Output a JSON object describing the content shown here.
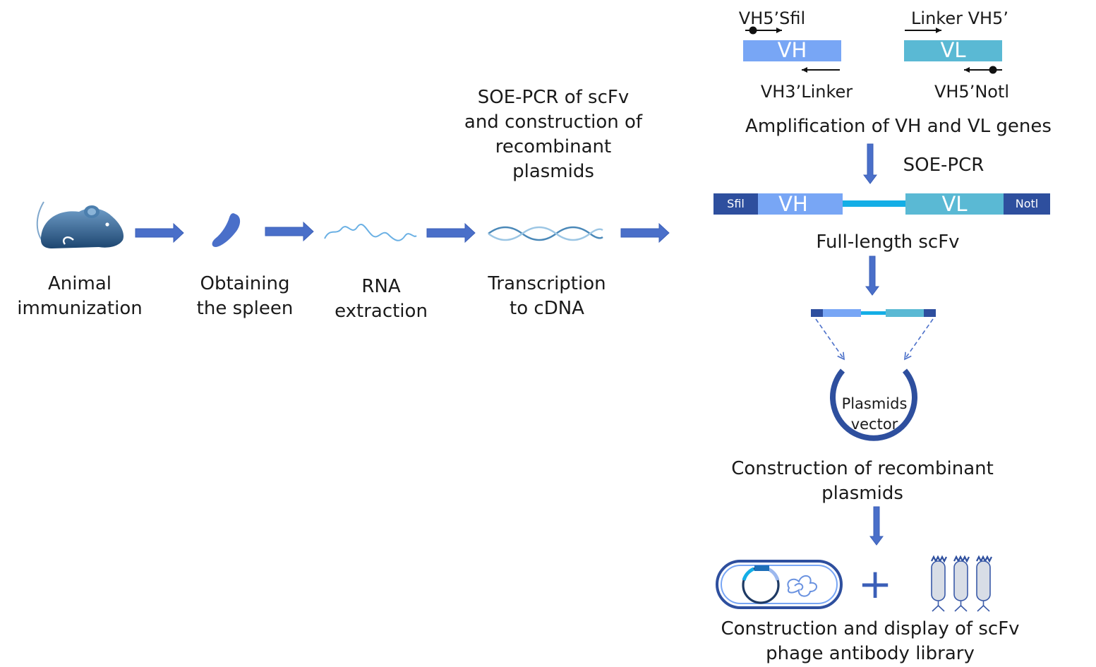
{
  "steps": {
    "animal_immunization": "Animal\nimmunization",
    "obtaining_spleen": "Obtaining\nthe spleen",
    "rna_extraction": "RNA\nextraction",
    "transcription": "Transcription\nto cDNA",
    "soe_pcr_heading": "SOE-PCR of scFv\nand construction of\nrecombinant\nplasmids"
  },
  "amplification": {
    "vh_forward_primer": "VH5’Sfil",
    "vh_reverse_primer": "VH3’Linker",
    "vl_forward_primer": "Linker VH5’",
    "vl_reverse_primer": "VH5’Notl",
    "vh_label": "VH",
    "vl_label": "VL",
    "caption": "Amplification of VH and VL genes"
  },
  "soe": {
    "label": "SOE-PCR",
    "sfil": "Sfil",
    "vh": "VH",
    "vl": "VL",
    "notl": "Notl",
    "caption": "Full-length scFv"
  },
  "plasmid": {
    "label": "Plasmids\nvector",
    "caption": "Construction of recombinant\nplasmids"
  },
  "library": {
    "plus": "+",
    "caption": "Construction and display of scFv\nphage antibody library"
  },
  "colors": {
    "arrow_blue": "#4a6fc9",
    "dark_blue": "#2e4f9e",
    "vh_blue": "#78a6f5",
    "vl_teal": "#5ab9d4",
    "linker_cyan": "#14aee6",
    "mouse_navy": "#2a5a86"
  }
}
